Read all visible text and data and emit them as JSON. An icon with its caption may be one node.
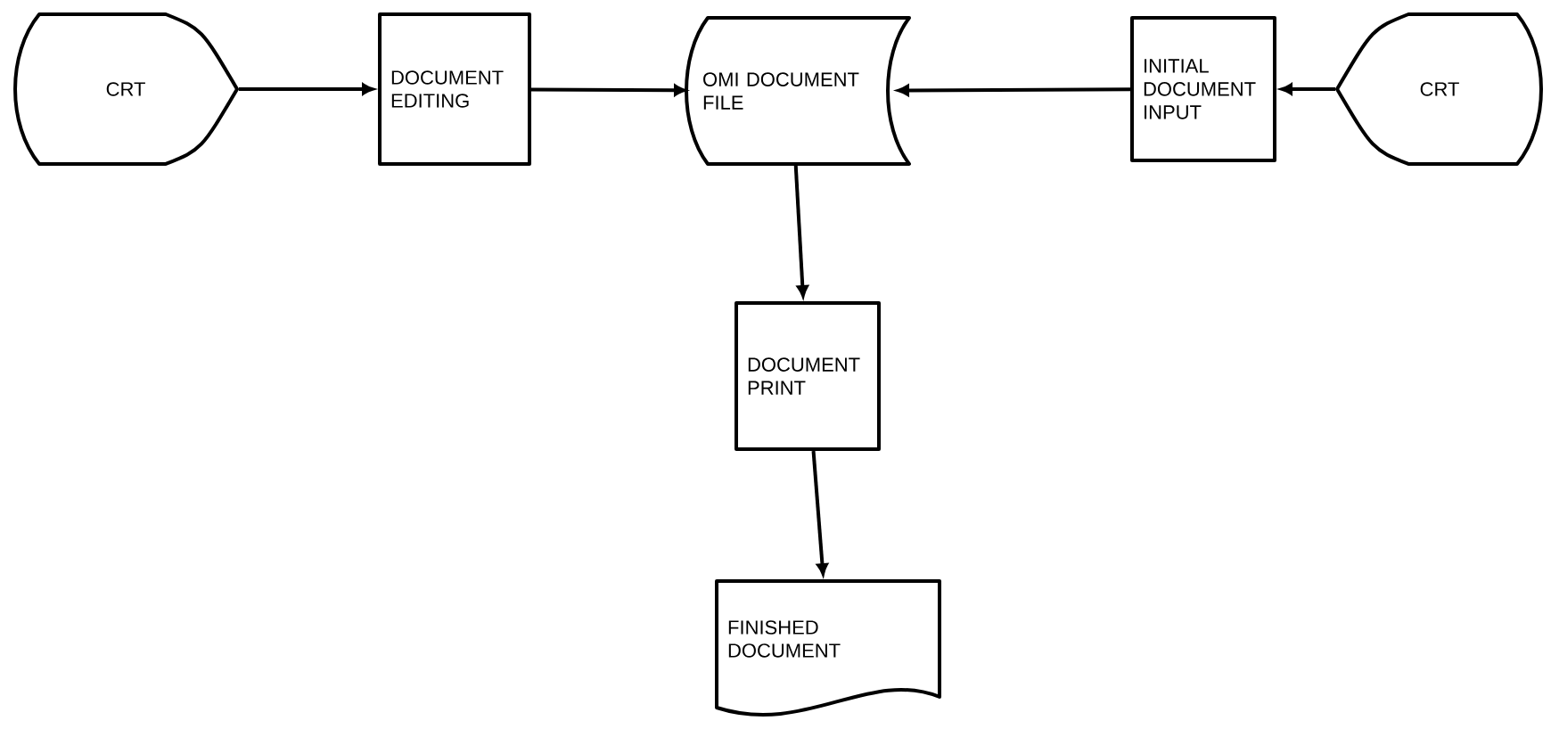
{
  "diagram": {
    "nodes": [
      {
        "text": [
          "CRT"
        ]
      },
      {
        "text": [
          "DOCUMENT EDITING"
        ]
      },
      {
        "text": [
          "OMI DOCUMENT FILE"
        ]
      },
      {
        "text": [
          "INITIAL DOCUMENT INPUT"
        ]
      },
      {
        "text": [
          "CRT"
        ]
      },
      {
        "text": [
          "DOCUMENT PRINT"
        ]
      },
      {
        "text": [
          "FINISHED DOCUMENT"
        ]
      }
    ],
    "edges": [
      {
        "from": 0,
        "to": 1,
        "arrow": "to"
      },
      {
        "from": 1,
        "to": 2,
        "arrow": "to"
      },
      {
        "from": 3,
        "to": 2,
        "arrow": "to"
      },
      {
        "from": 4,
        "to": 3,
        "arrow": "to"
      },
      {
        "from": 2,
        "to": 5,
        "arrow": "to"
      },
      {
        "from": 5,
        "to": 6,
        "arrow": "to"
      }
    ]
  }
}
